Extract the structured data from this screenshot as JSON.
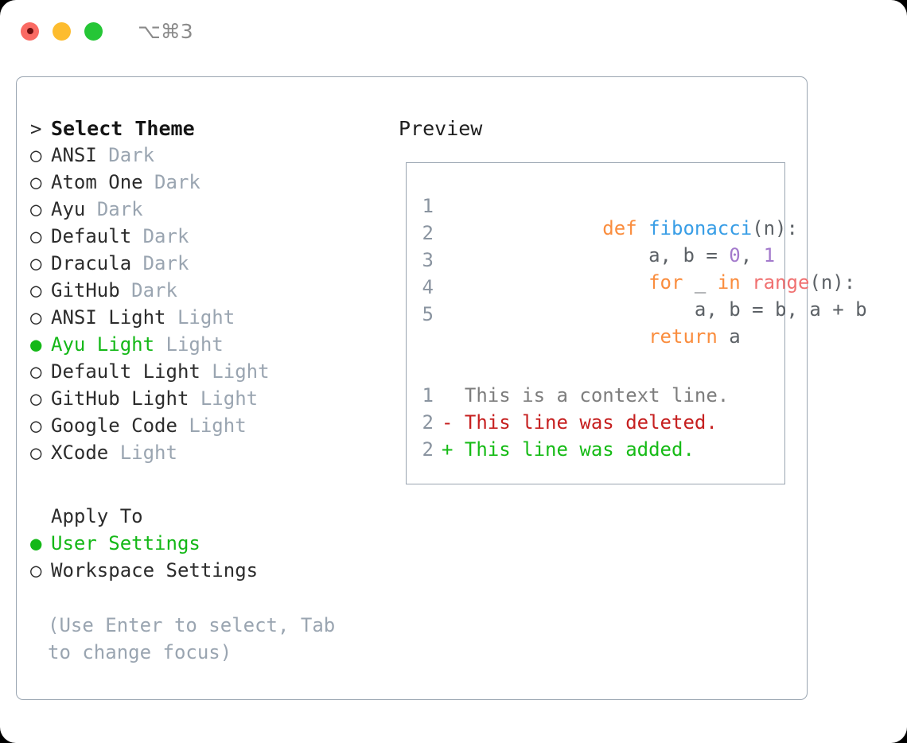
{
  "titlebar": {
    "shortcut": "⌥⌘3",
    "lights": [
      {
        "name": "close",
        "color": "#fa6a63"
      },
      {
        "name": "minimize",
        "color": "#fdbc2e"
      },
      {
        "name": "maximize",
        "color": "#25c636"
      }
    ]
  },
  "theme_list": {
    "header_marker": ">",
    "header": "Select Theme",
    "items": [
      {
        "marker": "○",
        "label": "ANSI",
        "variant": "Dark",
        "selected": false
      },
      {
        "marker": "○",
        "label": "Atom One",
        "variant": "Dark",
        "selected": false
      },
      {
        "marker": "○",
        "label": "Ayu",
        "variant": "Dark",
        "selected": false
      },
      {
        "marker": "○",
        "label": "Default",
        "variant": "Dark",
        "selected": false
      },
      {
        "marker": "○",
        "label": "Dracula",
        "variant": "Dark",
        "selected": false
      },
      {
        "marker": "○",
        "label": "GitHub",
        "variant": "Dark",
        "selected": false
      },
      {
        "marker": "○",
        "label": "ANSI Light",
        "variant": "Light",
        "selected": false
      },
      {
        "marker": "●",
        "label": "Ayu Light",
        "variant": "Light",
        "selected": true
      },
      {
        "marker": "○",
        "label": "Default Light",
        "variant": "Light",
        "selected": false
      },
      {
        "marker": "○",
        "label": "GitHub Light",
        "variant": "Light",
        "selected": false
      },
      {
        "marker": "○",
        "label": "Google Code",
        "variant": "Light",
        "selected": false
      },
      {
        "marker": "○",
        "label": "XCode",
        "variant": "Light",
        "selected": false
      }
    ]
  },
  "apply_to": {
    "title": "Apply To",
    "items": [
      {
        "marker": "●",
        "label": "User Settings",
        "selected": true
      },
      {
        "marker": "○",
        "label": "Workspace Settings",
        "selected": false
      }
    ]
  },
  "hint": "(Use Enter to select, Tab to change focus)",
  "preview": {
    "title": "Preview",
    "code_lines": [
      {
        "number": "1",
        "tokens": [
          {
            "text": "def ",
            "kind": "key"
          },
          {
            "text": "fibonacci",
            "kind": "fn"
          },
          {
            "text": "(n):",
            "kind": "punc"
          }
        ]
      },
      {
        "number": "2",
        "tokens": [
          {
            "text": "    a, b = ",
            "kind": "plain"
          },
          {
            "text": "0",
            "kind": "num"
          },
          {
            "text": ", ",
            "kind": "plain"
          },
          {
            "text": "1",
            "kind": "num"
          }
        ]
      },
      {
        "number": "3",
        "tokens": [
          {
            "text": "    for ",
            "kind": "key"
          },
          {
            "text": "_ ",
            "kind": "plain"
          },
          {
            "text": "in ",
            "kind": "key"
          },
          {
            "text": "range",
            "kind": "bi"
          },
          {
            "text": "(n):",
            "kind": "punc"
          }
        ]
      },
      {
        "number": "4",
        "tokens": [
          {
            "text": "        a, b = b, a + b",
            "kind": "plain"
          }
        ]
      },
      {
        "number": "5",
        "tokens": [
          {
            "text": "    return ",
            "kind": "key"
          },
          {
            "text": "a",
            "kind": "plain"
          }
        ]
      }
    ],
    "diff_lines": [
      {
        "number": "1",
        "sign": " ",
        "text": " This is a context line.",
        "kind": "ctx"
      },
      {
        "number": "2",
        "sign": "-",
        "text": " This line was deleted.",
        "kind": "del"
      },
      {
        "number": "2",
        "sign": "+",
        "text": " This line was added.",
        "kind": "add"
      }
    ]
  },
  "colors": {
    "selected_green": "#14b817",
    "muted_gray": "#9aa5b1",
    "keyword_orange": "#fa8d3e",
    "function_blue": "#399ee6",
    "number_purple": "#a37acc",
    "builtin_red": "#f07171",
    "diff_delete_red": "#c62020",
    "diff_add_green": "#16bb16",
    "border_gray": "#9aa5b1"
  }
}
